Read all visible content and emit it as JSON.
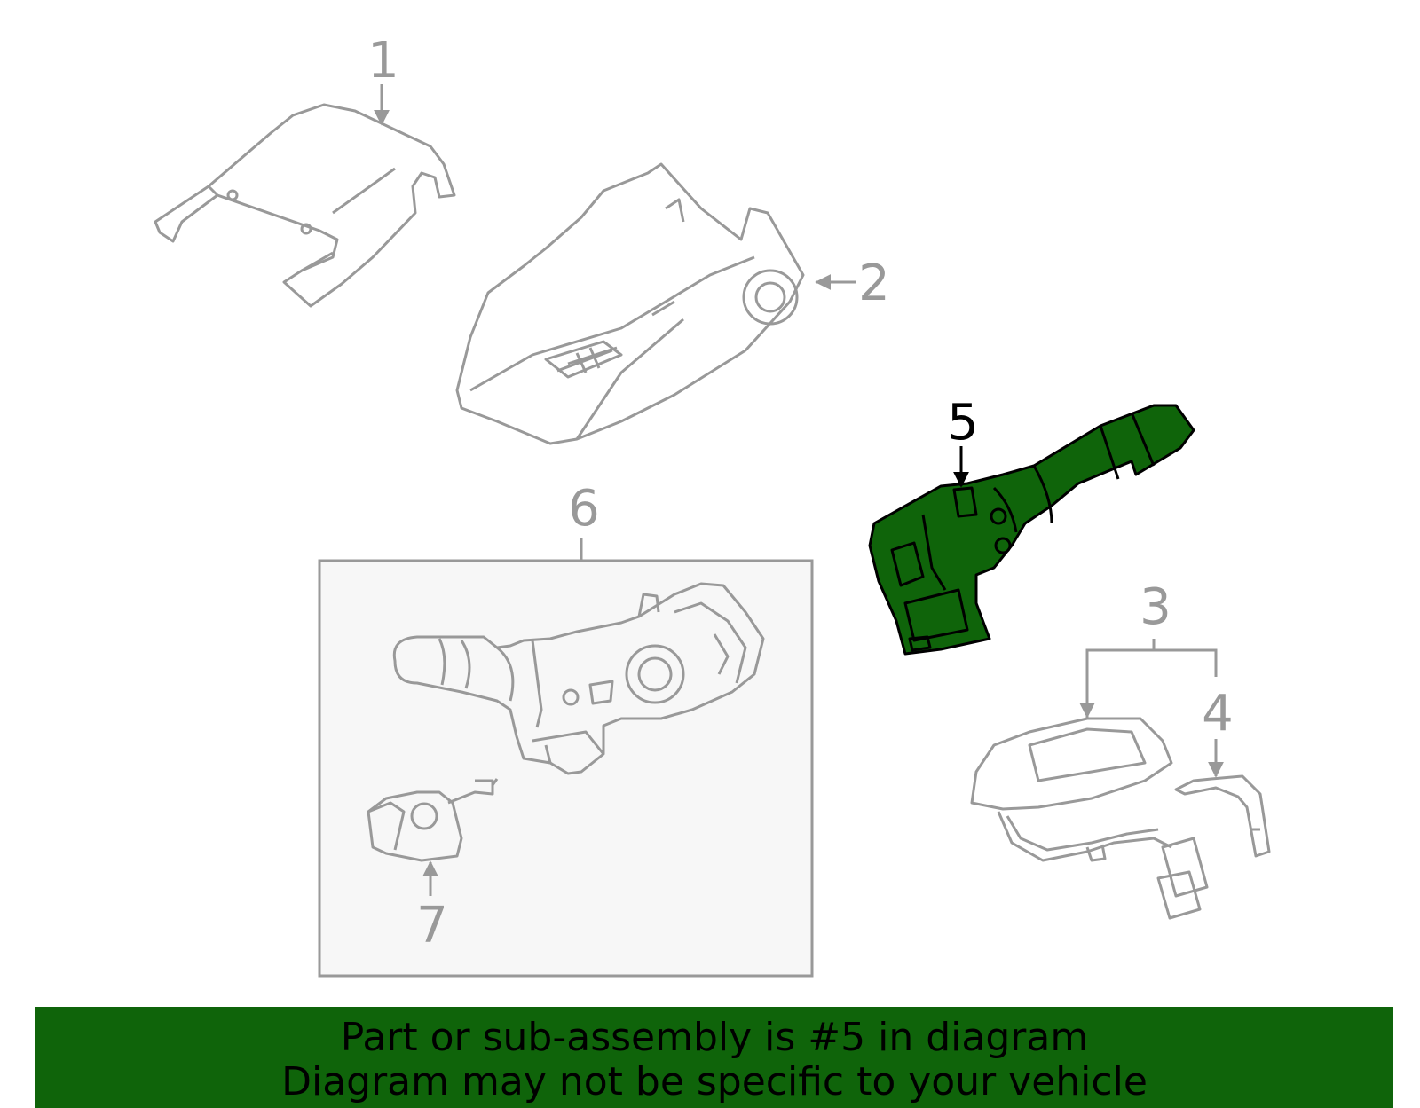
{
  "callouts": {
    "c1": "1",
    "c2": "2",
    "c3": "3",
    "c4": "4",
    "c5": "5",
    "c6": "6",
    "c7": "7"
  },
  "banner": {
    "line1": "Part or sub-assembly is #5 in diagram",
    "line2": "Diagram may not be specific to your vehicle"
  },
  "colors": {
    "highlight_fill": "#0f640a",
    "line_gray": "#999999",
    "inset_bg": "#f7f7f7",
    "banner_bg": "#0f640a"
  }
}
